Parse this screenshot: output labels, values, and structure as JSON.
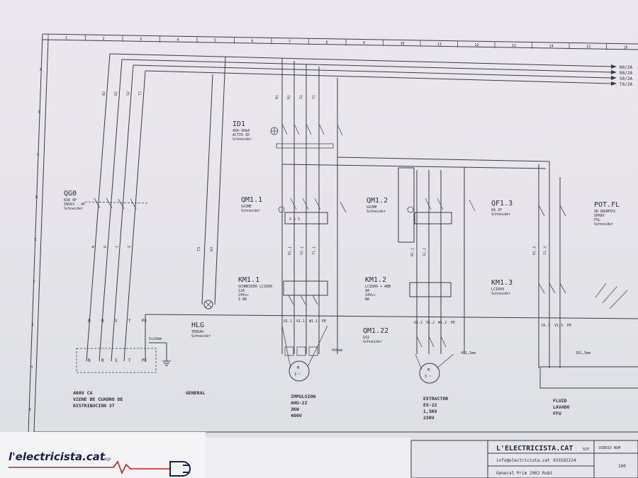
{
  "frame": {
    "column_numbers": [
      "1",
      "2",
      "3",
      "4",
      "5",
      "6",
      "7",
      "8",
      "9",
      "10",
      "11",
      "12",
      "13",
      "14",
      "15",
      "16"
    ],
    "row_letters": [
      "A",
      "B",
      "C",
      "D",
      "E",
      "F",
      "G",
      "H",
      "I"
    ]
  },
  "busbars": [
    "N0/2A",
    "R0/2A",
    "S0/2A",
    "T0/2A"
  ],
  "wire_labels": {
    "n2": "N2",
    "r2": "R2",
    "s2": "S2",
    "t2": "T2",
    "n": "N",
    "r": "R",
    "t": "T",
    "s": "S",
    "t3": "T3",
    "n3": "N3",
    "n1": "N1",
    "r1": "R1",
    "s1": "S1",
    "t1": "T1",
    "r11": "R1.1",
    "s11": "S1.1",
    "t11": "T1.1",
    "r12": "R1.2",
    "s12": "S1.2",
    "r13": "R1.3",
    "s13": "S1.3",
    "u11": "U1.1",
    "v11": "V1.1",
    "w11": "W1.1",
    "u12": "U1.2",
    "v12": "V1.2",
    "w12": "W1.2",
    "u13": "U1.3",
    "v13": "V1.3"
  },
  "components": {
    "id1": {
      "tag": "ID1",
      "spec": [
        "40A-30mA",
        "ACTI9 ID",
        "Schneider"
      ]
    },
    "qg0": {
      "tag": "QG0",
      "spec": [
        "63A 4P",
        "INS63 - 4P",
        "Schneider"
      ]
    },
    "qm11": {
      "tag": "QM1.1",
      "spec": [
        "GV2ME",
        "Schneider"
      ]
    },
    "qm12": {
      "tag": "QM1.2",
      "spec": [
        "GV2ME",
        "Schneider"
      ]
    },
    "qf13": {
      "tag": "QF1.3",
      "spec": [
        "6A 2P",
        "Schneider"
      ]
    },
    "pot": {
      "tag": "POT.FL",
      "spec": [
        "VR DRUMTEX",
        "SPRAY",
        "PSL",
        "Schneider"
      ]
    },
    "km11": {
      "tag": "KM1.1",
      "spec": [
        "SCHNEIDER LC1D09",
        "12A",
        "24Vcc",
        "3 NA"
      ]
    },
    "km12": {
      "tag": "KM1.2",
      "spec": [
        "LC1D09 + ABB",
        "9A",
        "24Vcc",
        "NA"
      ]
    },
    "km13": {
      "tag": "KM1.3",
      "spec": [
        "LC1D09",
        "Schneider"
      ]
    },
    "qm122": {
      "tag": "QM1.22",
      "spec": [
        "GV2",
        "Schneider"
      ]
    },
    "hlg": {
      "tag": "HLG",
      "spec": [
        "TEN1N+",
        "Schneider"
      ]
    }
  },
  "terminals": {
    "top": [
      "N",
      "R",
      "S",
      "T",
      "PE"
    ],
    "bottom": [
      "N",
      "R",
      "S",
      "T",
      "PE"
    ],
    "motor1": [
      "U1.1",
      "V1.1",
      "W1.1",
      "PE"
    ],
    "motor2": [
      "U1.2",
      "V1.2",
      "W1.2",
      "PE"
    ],
    "block3": [
      "U1.3",
      "V1.3",
      "PE"
    ]
  },
  "cable_notes": {
    "c1": "5x10mm",
    "c2": "4X6mm",
    "c3": "4X1,5mm",
    "c4": "3X1,5mm"
  },
  "motor_symbol": {
    "m": "M",
    "phase": "3 ~"
  },
  "captions": {
    "supply": [
      "400V CA",
      "VIENE DE CUADRO DE",
      "DISTRIBUCION 3T"
    ],
    "general": [
      "GENERAL"
    ],
    "impulsion": [
      "IMPULSION",
      "AHU-22",
      "3KW",
      "400V"
    ],
    "extractor": [
      "EXTRACTOR",
      "EX-22",
      "1,5KV",
      "230V"
    ],
    "fluid": [
      "FLUID",
      "LAVADO",
      "FFU"
    ]
  },
  "title_block": {
    "company": "L'ELECTRICISTA.CAT",
    "suffix": "SCP",
    "email": "info@electricista.cat",
    "phone": "933582224",
    "address": "General Prim 2002 Rubí",
    "drawing_label": "DIBUIX NUM",
    "sheet_no": "100"
  },
  "logo": {
    "text": "l'electricista.cat",
    "suffix": "scp"
  }
}
